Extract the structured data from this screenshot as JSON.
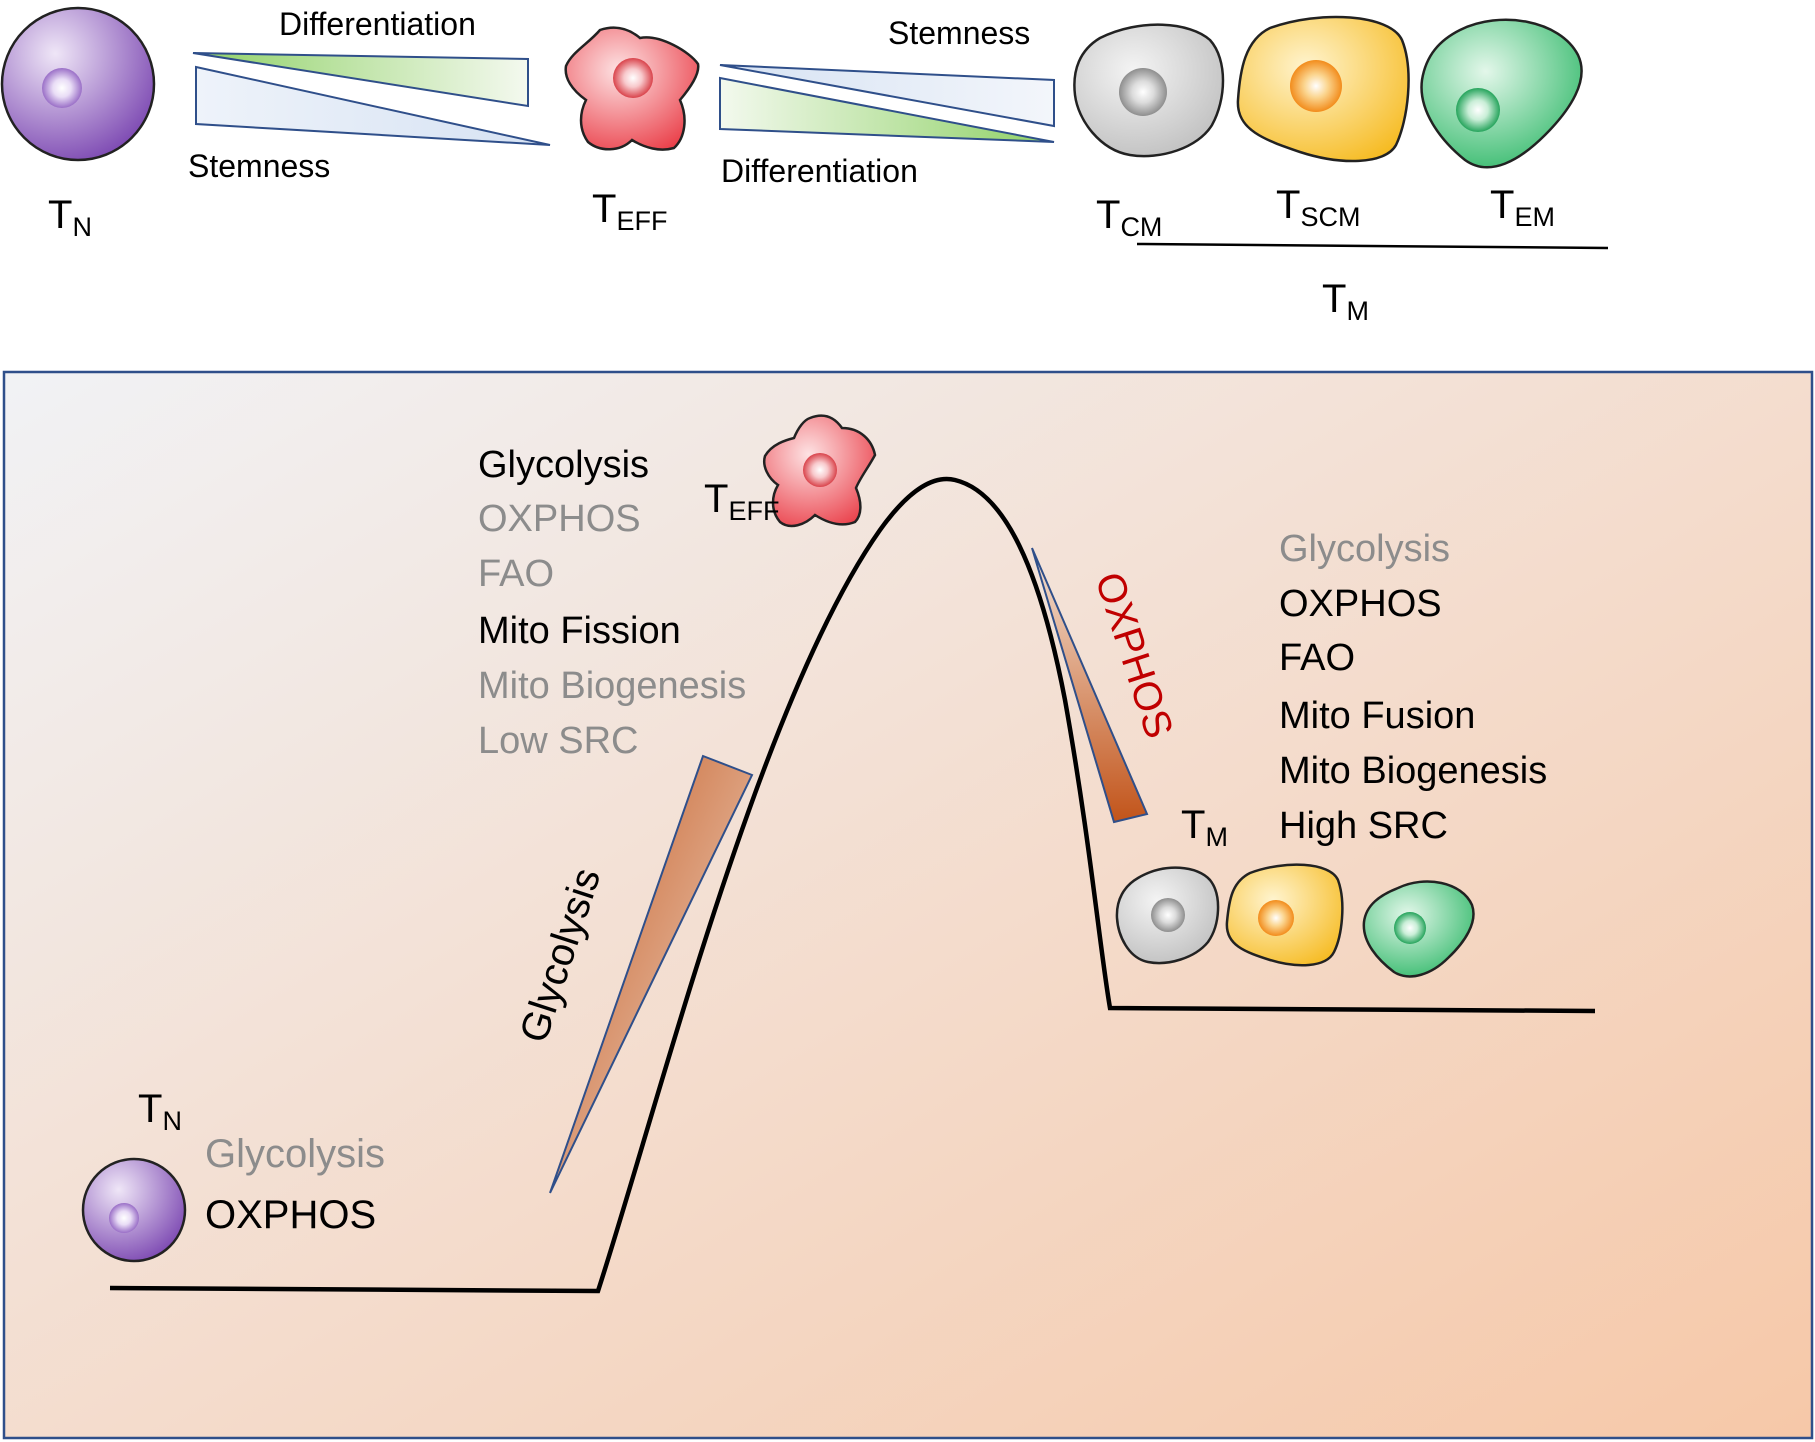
{
  "colors": {
    "panel_border": "#2f4f8a",
    "panel_grad_start": "#f1f2f5",
    "panel_grad_end": "#f6c8a8",
    "naive": "#8e5cbf",
    "effector": "#ee4e57",
    "central_memory": "#c9c9c9",
    "stem_memory": "#f7c233",
    "effector_memory": "#3cbf74",
    "wedge_green": "#9fd873",
    "wedge_blue": "#dbe6f5",
    "wedge_orange": "#c85a20",
    "emphasis_text": "#000000",
    "muted_text": "#8c8c8c",
    "oxphos_red": "#c00000"
  },
  "top": {
    "wedge1_top_label": "Differentiation",
    "wedge1_bottom_label": "Stemness",
    "wedge2_top_label": "Stemness",
    "wedge2_bottom_label": "Differentiation",
    "labels": {
      "tn": {
        "main": "T",
        "sub": "N"
      },
      "teff": {
        "main": "T",
        "sub": "EFF"
      },
      "tcm": {
        "main": "T",
        "sub": "CM"
      },
      "tscm": {
        "main": "T",
        "sub": "SCM"
      },
      "tem": {
        "main": "T",
        "sub": "EM"
      },
      "tm": {
        "main": "T",
        "sub": "M"
      }
    }
  },
  "panel": {
    "naive": {
      "label": {
        "main": "T",
        "sub": "N"
      },
      "glycolysis": "Glycolysis",
      "oxphos": "OXPHOS"
    },
    "effector": {
      "label": {
        "main": "T",
        "sub": "EFF"
      },
      "items": [
        "Glycolysis",
        "OXPHOS",
        "FAO",
        "Mito Fission",
        "Mito Biogenesis",
        "Low SRC"
      ]
    },
    "memory": {
      "label": {
        "main": "T",
        "sub": "M"
      },
      "items": [
        "Glycolysis",
        "OXPHOS",
        "FAO",
        "Mito Fusion",
        "Mito Biogenesis",
        "High SRC"
      ]
    },
    "glycolysis_arrow_label": "Glycolysis",
    "oxphos_arrow_label": "OXPHOS"
  }
}
